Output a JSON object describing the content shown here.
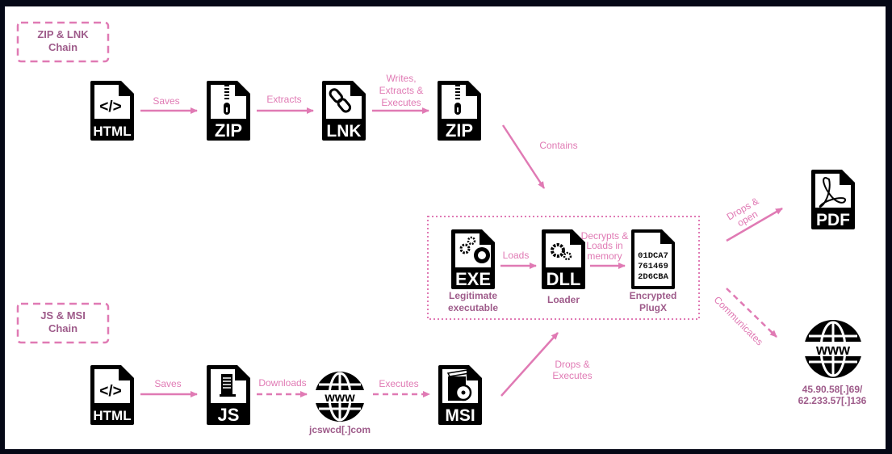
{
  "colors": {
    "accent": "#e07ab4",
    "label": "#9e5b8a",
    "icon": "#000000",
    "frame": "#050816"
  },
  "chains": {
    "zip_lnk": {
      "title_line1": "ZIP & LNK",
      "title_line2": "Chain"
    },
    "js_msi": {
      "title_line1": "JS & MSI",
      "title_line2": "Chain"
    }
  },
  "nodes": {
    "html1": {
      "ext": "HTML",
      "icon": "code-file-icon"
    },
    "zip1": {
      "ext": "ZIP",
      "icon": "zip-file-icon"
    },
    "lnk": {
      "ext": "LNK",
      "icon": "link-file-icon"
    },
    "zip2": {
      "ext": "ZIP",
      "icon": "zip-file-icon"
    },
    "exe": {
      "ext": "EXE",
      "icon": "gears-file-icon",
      "label_line1": "Legitimate",
      "label_line2": "executable"
    },
    "dll": {
      "ext": "DLL",
      "icon": "gears-file-icon",
      "label_line1": "Loader"
    },
    "plugx": {
      "icon": "hex-file-icon",
      "hex": [
        "01DCA7",
        "761469",
        "2D6CBA"
      ],
      "label_line1": "Encrypted",
      "label_line2": "PlugX"
    },
    "pdf": {
      "ext": "PDF",
      "icon": "pdf-file-icon"
    },
    "c2": {
      "icon": "www-globe-icon",
      "label_line1": "45.90.58[.]69/",
      "label_line2": "62.233.57[.]136"
    },
    "html2": {
      "ext": "HTML",
      "icon": "code-file-icon"
    },
    "js": {
      "ext": "JS",
      "icon": "script-file-icon"
    },
    "site": {
      "icon": "www-globe-icon",
      "label_line1": "jcswcd[.]com"
    },
    "msi": {
      "ext": "MSI",
      "icon": "installer-file-icon"
    }
  },
  "edges": {
    "html1_zip1": {
      "line1": "Saves"
    },
    "zip1_lnk": {
      "line1": "Extracts"
    },
    "lnk_zip2": {
      "line1": "Writes,",
      "line2": "Extracts &",
      "line3": "Executes"
    },
    "zip2_group": {
      "line1": "Contains"
    },
    "exe_dll": {
      "line1": "Loads"
    },
    "dll_plugx": {
      "line1": "Decrypts &",
      "line2": "Loads in",
      "line3": "memory"
    },
    "group_pdf": {
      "line1": "Drops &",
      "line2": "open"
    },
    "group_c2": {
      "line1": "Communicates"
    },
    "html2_js": {
      "line1": "Saves"
    },
    "js_site": {
      "line1": "Downloads"
    },
    "site_msi": {
      "line1": "Executes"
    },
    "msi_group": {
      "line1": "Drops &",
      "line2": "Executes"
    }
  }
}
